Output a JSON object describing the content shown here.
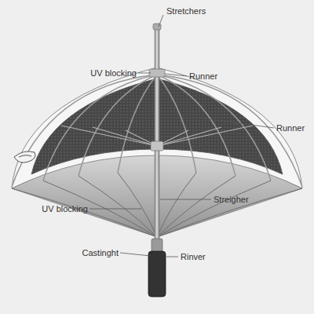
{
  "diagram": {
    "labels": [
      "Stretchers",
      "UV blocking",
      "Runner",
      "Runner",
      "UV blocking",
      "Streigher",
      "Castinght",
      "Rinver"
    ]
  }
}
